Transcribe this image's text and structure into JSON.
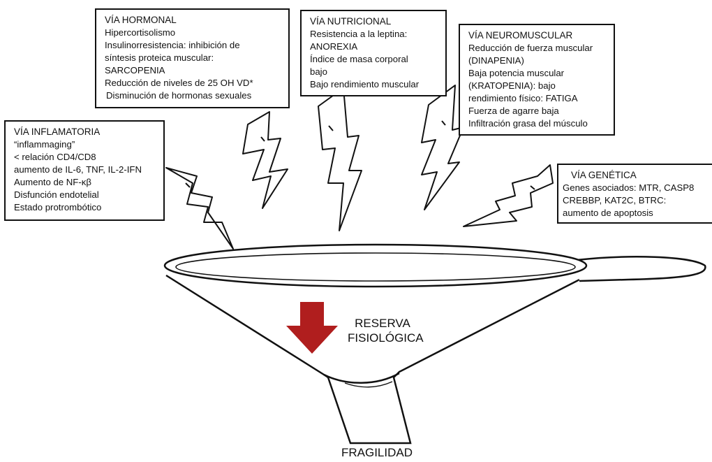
{
  "boxes": {
    "hormonal": {
      "title": "VÍA HORMONAL",
      "lines": [
        "Hipercortisolismo",
        "Insulinorresistencia: inhibición de",
        "síntesis proteica muscular:",
        "SARCOPENIA",
        "Reducción de niveles de 25 OH VD*",
        "Disminución de hormonas sexuales"
      ]
    },
    "nutricional": {
      "title": "VÍA NUTRICIONAL",
      "lines": [
        "Resistencia a la leptina:",
        "ANOREXIA",
        "Índice de masa corporal",
        "bajo",
        "Bajo rendimiento muscular"
      ]
    },
    "neuromuscular": {
      "title": "VÍA NEUROMUSCULAR",
      "lines": [
        "Reducción de fuerza muscular",
        "(DINAPENIA)",
        "Baja potencia muscular",
        "(KRATOPENIA): bajo",
        "rendimiento físico: FATIGA",
        "Fuerza de agarre baja",
        "Infiltración grasa del músculo"
      ]
    },
    "inflamatoria": {
      "title": "VÍA INFLAMATORIA",
      "lines": [
        "“inflammaging”",
        "< relación CD4/CD8",
        "aumento de IL-6, TNF, IL-2-IFN",
        "Aumento de NF-κβ",
        "Disfunción endotelial",
        "Estado protrombótico"
      ]
    },
    "genetica": {
      "title": "VÍA GENÉTICA",
      "lines": [
        "Genes asociados: MTR, CASP8",
        "CREBBP, KAT2C, BTRC:",
        "aumento de apoptosis"
      ]
    }
  },
  "funnel": {
    "reserve_label_1": "RESERVA",
    "reserve_label_2": "FISIOLÓGICA",
    "output_label": "FRAGILIDAD"
  },
  "colors": {
    "arrow": "#b01e1e",
    "ink": "#111111"
  }
}
